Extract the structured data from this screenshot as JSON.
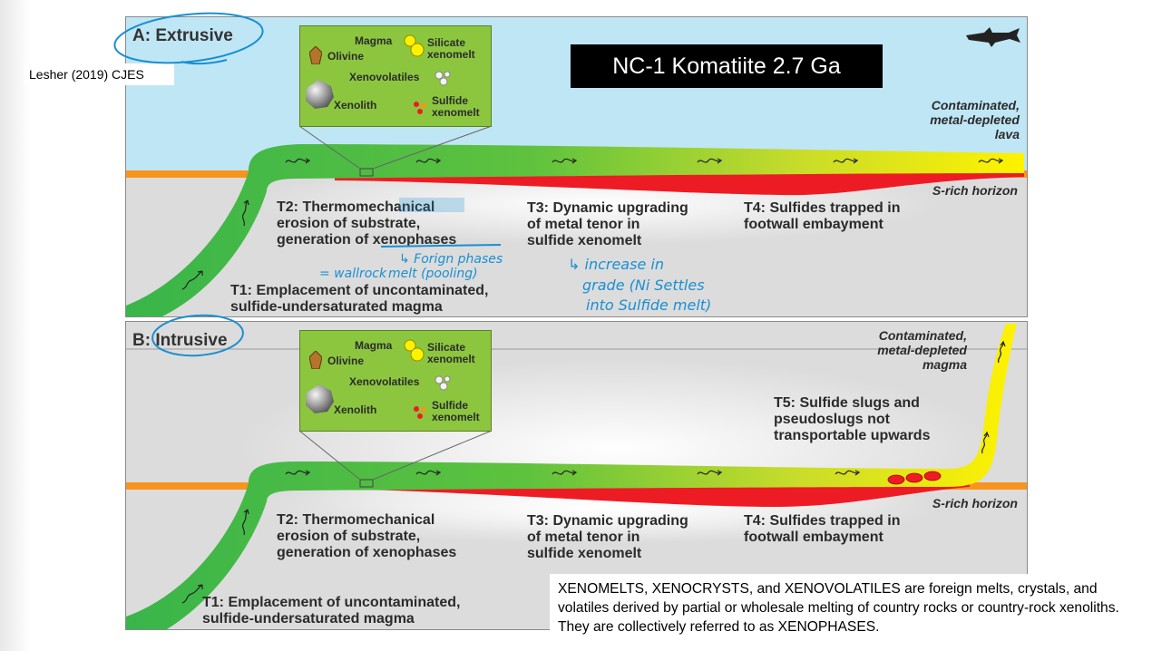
{
  "citation": "Lesher (2019) CJES",
  "title_box": "NC-1 Komatiite 2.7 Ga",
  "colors": {
    "sky": "#bfe6f5",
    "ground": "#dcdcdd",
    "orange_layer": "#f7941d",
    "magma_green": "#39b54a",
    "magma_yellow": "#fff200",
    "sulfide_red": "#ed1c24",
    "inset_green": "#8cc63f",
    "annotation_blue": "#1a8fd1"
  },
  "panelA": {
    "title": "A: Extrusive",
    "inset": {
      "magma": "Magma",
      "olivine": "Olivine",
      "silicate_xenomelt": [
        "Silicate",
        "xenomelt"
      ],
      "xenovolatiles": "Xenovolatiles",
      "xenolith": "Xenolith",
      "sulfide_xenomelt": [
        "Sulfide",
        "xenomelt"
      ]
    },
    "contaminated": [
      "Contaminated,",
      "metal-depleted",
      "lava"
    ],
    "s_rich": "S-rich horizon",
    "t1": [
      "T1: Emplacement of uncontaminated,",
      "sulfide-undersaturated magma"
    ],
    "t2": [
      "T2: Thermomechanical",
      "erosion of substrate,",
      "generation of xenophases"
    ],
    "t3": [
      "T3: Dynamic upgrading",
      "of metal tenor in",
      "sulfide xenomelt"
    ],
    "t4": [
      "T4: Sulfides trapped in",
      "footwall embayment"
    ],
    "shark_icon": "shark-icon"
  },
  "panelB": {
    "title": "B: Intrusive",
    "inset": {
      "magma": "Magma",
      "olivine": "Olivine",
      "silicate_xenomelt": [
        "Silicate",
        "xenomelt"
      ],
      "xenovolatiles": "Xenovolatiles",
      "xenolith": "Xenolith",
      "sulfide_xenomelt": [
        "Sulfide",
        "xenomelt"
      ]
    },
    "contaminated": [
      "Contaminated,",
      "metal-depleted",
      "magma"
    ],
    "s_rich": "S-rich horizon",
    "t1": [
      "T1: Emplacement of uncontaminated,",
      "sulfide-undersaturated magma"
    ],
    "t2": [
      "T2: Thermomechanical",
      "erosion of substrate,",
      "generation of xenophases"
    ],
    "t3": [
      "T3: Dynamic upgrading",
      "of metal tenor in",
      "sulfide xenomelt"
    ],
    "t4": [
      "T4: Sulfides trapped in",
      "footwall embayment"
    ],
    "t5": [
      "T5: Sulfide slugs and",
      "pseudoslugs not",
      "transportable upwards"
    ]
  },
  "annotations": {
    "foreign_phases": "↳ Forign phases",
    "wallrock": "= wallrock",
    "melt_pooling": "melt (pooling)",
    "increase_line1": "↳ increase in",
    "increase_line2": "grade (Ni Settles",
    "increase_line3": "into Sulfide melt)"
  },
  "note": "XENOMELTS, XENOCRYSTS, and XENOVOLATILES are foreign melts, crystals, and volatiles derived by partial or wholesale melting of country rocks or country-rock xenoliths. They are collectively referred to as XENOPHASES."
}
